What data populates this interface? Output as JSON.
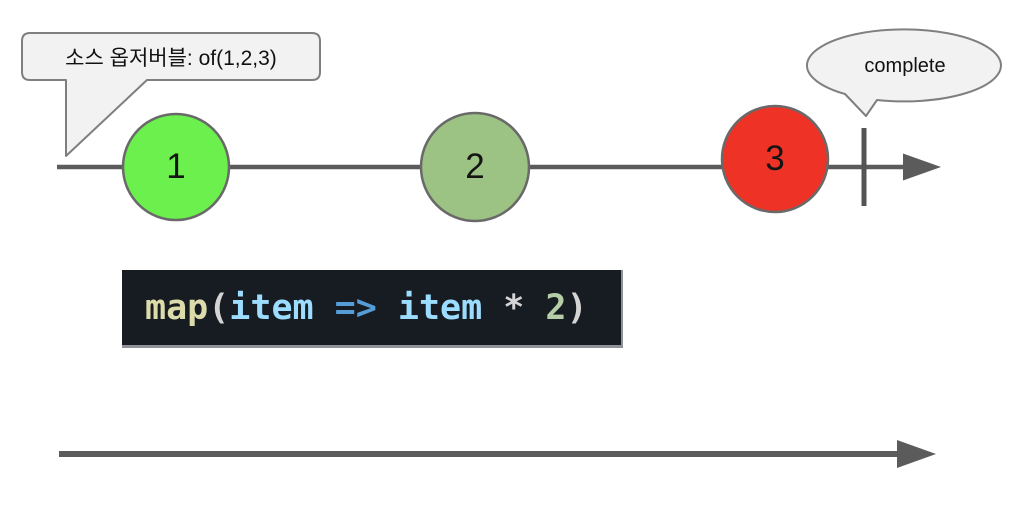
{
  "source_callout": {
    "text": "소스 옵저버블: of(1,2,3)"
  },
  "complete_callout": {
    "text": "complete"
  },
  "source_stream": {
    "events": [
      {
        "value": "1",
        "color": "#6cf04d"
      },
      {
        "value": "2",
        "color": "#9cc383"
      },
      {
        "value": "3",
        "color": "#ee3326"
      }
    ],
    "terminal": "complete"
  },
  "operator": {
    "code_full": "map(item => item * 2)",
    "tokens": {
      "fn": "map",
      "open": "(",
      "param": "item ",
      "arrow": "=> ",
      "param2": "item ",
      "star": "* ",
      "num": "2",
      "close": ")"
    },
    "colors": {
      "fn": "#dcdcaa",
      "plain": "#d4d4d4",
      "variable": "#9cdcfe",
      "arrow": "#569cd6",
      "number": "#b5cea8",
      "background": "#171b22"
    }
  },
  "output_stream": {
    "events": []
  },
  "colors": {
    "timeline": "#5b5b5b",
    "callout_fill": "#f2f2f2",
    "callout_stroke": "#7f7f7f",
    "circle_stroke": "#696969"
  }
}
